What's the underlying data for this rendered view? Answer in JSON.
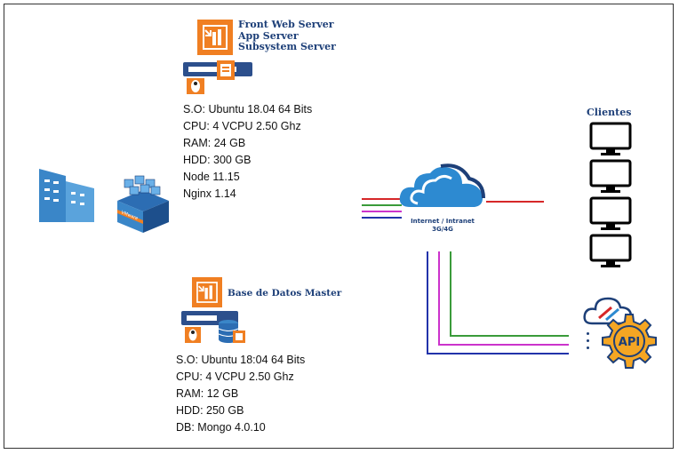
{
  "web_server": {
    "roles": [
      "Front Web Server",
      "App Server",
      "Subsystem Server"
    ],
    "specs": [
      "S.O: Ubuntu 18.04 64 Bits",
      "CPU: 4 VCPU 2.50 Ghz",
      "RAM: 24 GB",
      "HDD: 300 GB",
      "Node 11.15",
      "Nginx 1.14"
    ]
  },
  "db_server": {
    "title": "Base de Datos Master",
    "specs": [
      "S.O: Ubuntu 18:04 64 Bits",
      "CPU: 4 VCPU 2.50 Ghz",
      "RAM: 12 GB",
      "HDD: 250 GB",
      "DB: Mongo 4.0.10"
    ]
  },
  "vmware_label": "VMware",
  "network": {
    "line1": "Internet / Intranet",
    "line2": "3G/4G"
  },
  "clients": {
    "title": "Clientes",
    "count": 4
  },
  "api": {
    "label": "API"
  },
  "colors": {
    "navy": "#1d3f78",
    "building_blue": "#3a86c8",
    "orange": "#f07f22",
    "cloud_blue": "#2d8ad1",
    "line_red": "#d62728",
    "line_green": "#3a9b3a",
    "line_magenta": "#cc33cc",
    "line_blue": "#2233aa",
    "api_orange": "#f5a623"
  }
}
